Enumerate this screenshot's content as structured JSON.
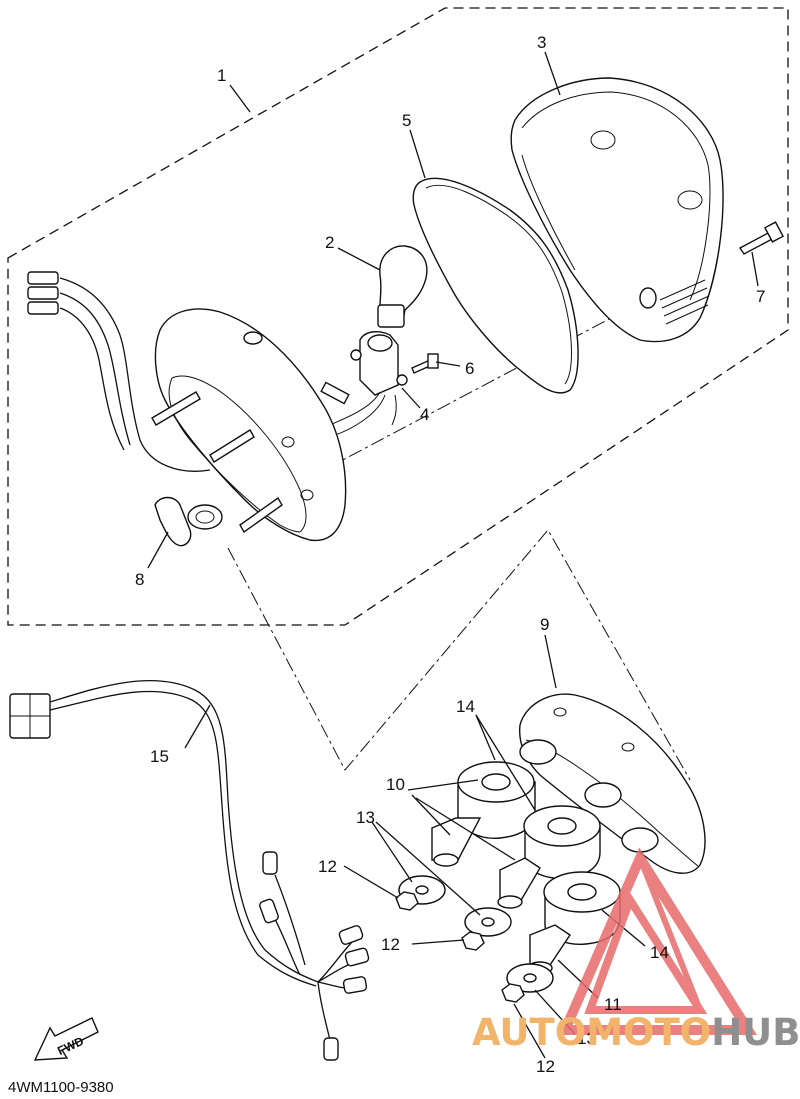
{
  "diagram": {
    "part_code": "4WM1100-9380",
    "direction_label": "FWD",
    "callouts": [
      {
        "id": "1",
        "label": "1"
      },
      {
        "id": "2",
        "label": "2"
      },
      {
        "id": "3",
        "label": "3"
      },
      {
        "id": "4",
        "label": "4"
      },
      {
        "id": "5",
        "label": "5"
      },
      {
        "id": "6",
        "label": "6"
      },
      {
        "id": "7",
        "label": "7"
      },
      {
        "id": "8",
        "label": "8"
      },
      {
        "id": "9",
        "label": "9"
      },
      {
        "id": "10",
        "label": "10"
      },
      {
        "id": "11",
        "label": "11"
      },
      {
        "id": "12a",
        "label": "12"
      },
      {
        "id": "12b",
        "label": "12"
      },
      {
        "id": "12c",
        "label": "12"
      },
      {
        "id": "13a",
        "label": "13"
      },
      {
        "id": "13b",
        "label": "13"
      },
      {
        "id": "14a",
        "label": "14"
      },
      {
        "id": "14b",
        "label": "14"
      },
      {
        "id": "15",
        "label": "15"
      }
    ]
  },
  "watermark": {
    "part1": "AUTO",
    "part2": "MOTO",
    "part3": "HUB",
    "color_primary": "#f2b46a",
    "color_secondary": "#8f8f8f",
    "triangle_color": "#e86b6b"
  }
}
